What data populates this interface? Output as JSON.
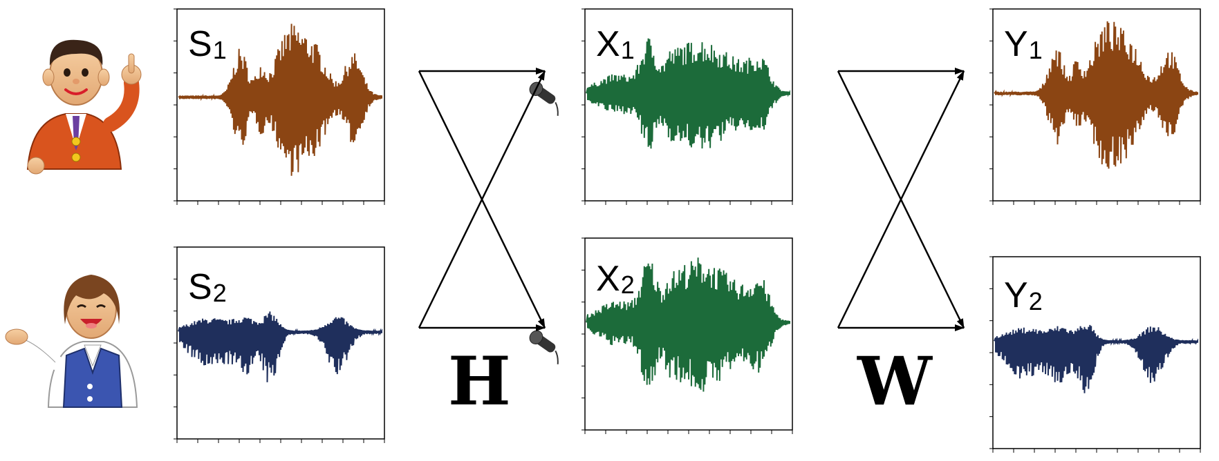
{
  "labels": {
    "s1": {
      "main": "S",
      "sub": "1"
    },
    "s2": {
      "main": "S",
      "sub": "2"
    },
    "x1": {
      "main": "X",
      "sub": "1"
    },
    "x2": {
      "main": "X",
      "sub": "2"
    },
    "y1": {
      "main": "Y",
      "sub": "1"
    },
    "y2": {
      "main": "Y",
      "sub": "2"
    }
  },
  "operators": {
    "mixing": "H",
    "separation": "W"
  },
  "colors": {
    "speaker1_wave": "#8b4513",
    "speaker2_wave": "#1f2f5c",
    "mixture_wave": "#1c6b3a",
    "frame": "#000000"
  },
  "icons": [
    "male-speaker-avatar-icon",
    "female-speaker-avatar-icon",
    "microphone-icon"
  ]
}
